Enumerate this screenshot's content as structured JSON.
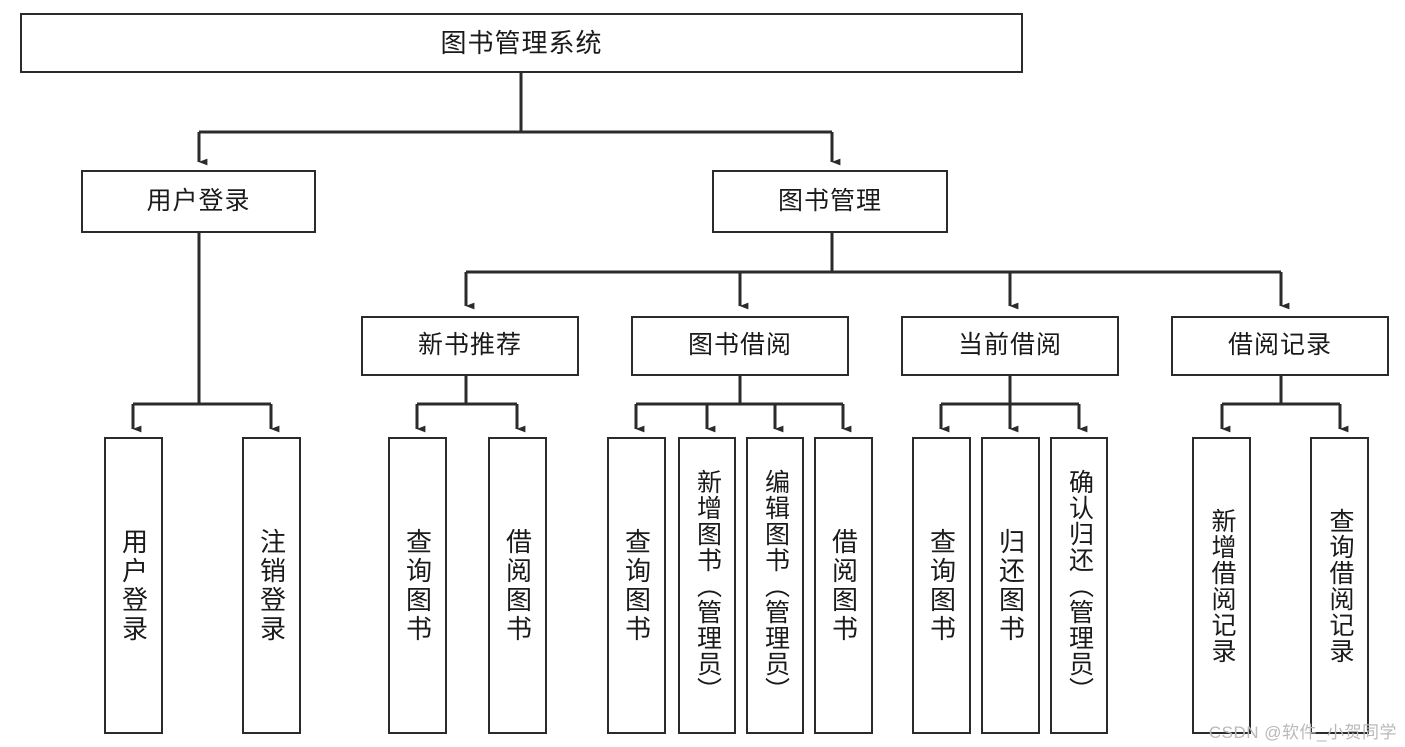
{
  "diagram": {
    "type": "tree-hierarchy",
    "title": "图书管理系统",
    "watermark": "CSDN @软件_小贺同学",
    "colors": {
      "node_border": "#2b2b2b",
      "node_fill": "#ffffff",
      "edge": "#2b2b2b",
      "text": "#1a1a1a",
      "watermark": "#b9b9b9",
      "background": "#ffffff"
    },
    "levels": [
      {
        "level": 1,
        "nodes": [
          {
            "id": "root",
            "label": "图书管理系统"
          }
        ]
      },
      {
        "level": 2,
        "nodes": [
          {
            "id": "user-login",
            "label": "用户登录",
            "parent": "root"
          },
          {
            "id": "book-mgmt",
            "label": "图书管理",
            "parent": "root"
          }
        ]
      },
      {
        "level": 3,
        "nodes": [
          {
            "id": "new-book-rec",
            "label": "新书推荐",
            "parent": "book-mgmt"
          },
          {
            "id": "book-borrow",
            "label": "图书借阅",
            "parent": "book-mgmt"
          },
          {
            "id": "current-borrow",
            "label": "当前借阅",
            "parent": "book-mgmt"
          },
          {
            "id": "borrow-record",
            "label": "借阅记录",
            "parent": "book-mgmt"
          }
        ]
      },
      {
        "level": 4,
        "nodes": [
          {
            "id": "leaf-1",
            "label": "用户登录",
            "parent": "user-login"
          },
          {
            "id": "leaf-2",
            "label": "注销登录",
            "parent": "user-login"
          },
          {
            "id": "leaf-3",
            "label": "查询图书",
            "parent": "new-book-rec"
          },
          {
            "id": "leaf-4",
            "label": "借阅图书",
            "parent": "new-book-rec"
          },
          {
            "id": "leaf-5",
            "label": "查询图书",
            "parent": "book-borrow"
          },
          {
            "id": "leaf-6",
            "label": "新增图书（管理员）",
            "parent": "book-borrow"
          },
          {
            "id": "leaf-7",
            "label": "编辑图书（管理员）",
            "parent": "book-borrow"
          },
          {
            "id": "leaf-8",
            "label": "借阅图书",
            "parent": "book-borrow"
          },
          {
            "id": "leaf-9",
            "label": "查询图书",
            "parent": "current-borrow"
          },
          {
            "id": "leaf-10",
            "label": "归还图书",
            "parent": "current-borrow"
          },
          {
            "id": "leaf-11",
            "label": "确认归还（管理员）",
            "parent": "current-borrow"
          },
          {
            "id": "leaf-12",
            "label": "新增借阅记录",
            "parent": "borrow-record"
          },
          {
            "id": "leaf-13",
            "label": "查询借阅记录",
            "parent": "borrow-record"
          }
        ]
      }
    ]
  }
}
